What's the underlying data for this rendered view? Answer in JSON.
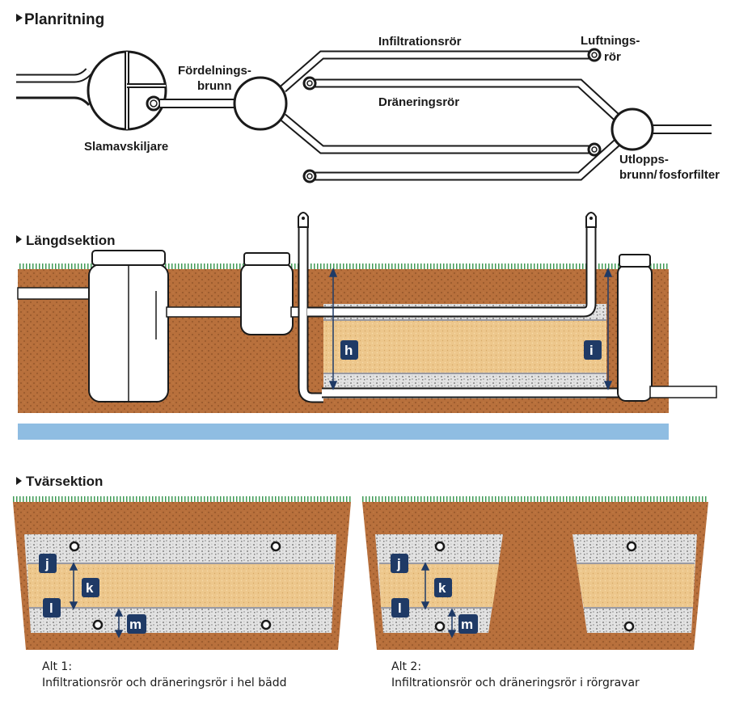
{
  "colors": {
    "soil": "#b8703c",
    "sand": "#edc78c",
    "gravel": "#dcdcdc",
    "grass": "#3f9a55",
    "groundwater": "#8fbde2",
    "badge": "#1f3a66",
    "pipe_outline": "#1a1a1a"
  },
  "planritning": {
    "heading": "Planritning",
    "slamavskiljare": "Slamavskiljare",
    "fordelningsbrunn_1": "Fördelnings-",
    "fordelningsbrunn_2": "brunn",
    "infiltrationsror": "Infiltrationsrör",
    "draneringsror": "Dräneringsrör",
    "luftningsror_1": "Luftnings-",
    "luftningsror_2": "rör",
    "utloppsbrunn_1": "Utlopps-",
    "utloppsbrunn_2": "brunn/",
    "fosforfilter": "fosforfilter"
  },
  "langdsektion": {
    "heading": "Längdsektion",
    "badge_h": "h",
    "badge_i": "i"
  },
  "tvarsektion": {
    "heading": "Tvärsektion",
    "badges": {
      "j": "j",
      "k": "k",
      "l": "l",
      "m": "m"
    },
    "alt1_line1": "Alt 1:",
    "alt1_line2": "Infiltrationsrör och dräneringsrör i hel bädd",
    "alt2_line1": "Alt 2:",
    "alt2_line2": "Infiltrationsrör och dräneringsrör i rörgravar"
  },
  "icons": [
    "arrow-right-icon",
    "vent-cap-icon"
  ]
}
